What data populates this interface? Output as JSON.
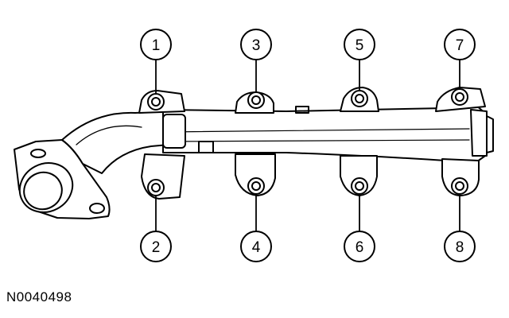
{
  "figure": {
    "id": "N0040498"
  },
  "manifold": {
    "callouts": [
      "1",
      "2",
      "3",
      "4",
      "5",
      "6",
      "7",
      "8"
    ]
  },
  "colors": {
    "line": "#000000",
    "background": "#ffffff"
  }
}
